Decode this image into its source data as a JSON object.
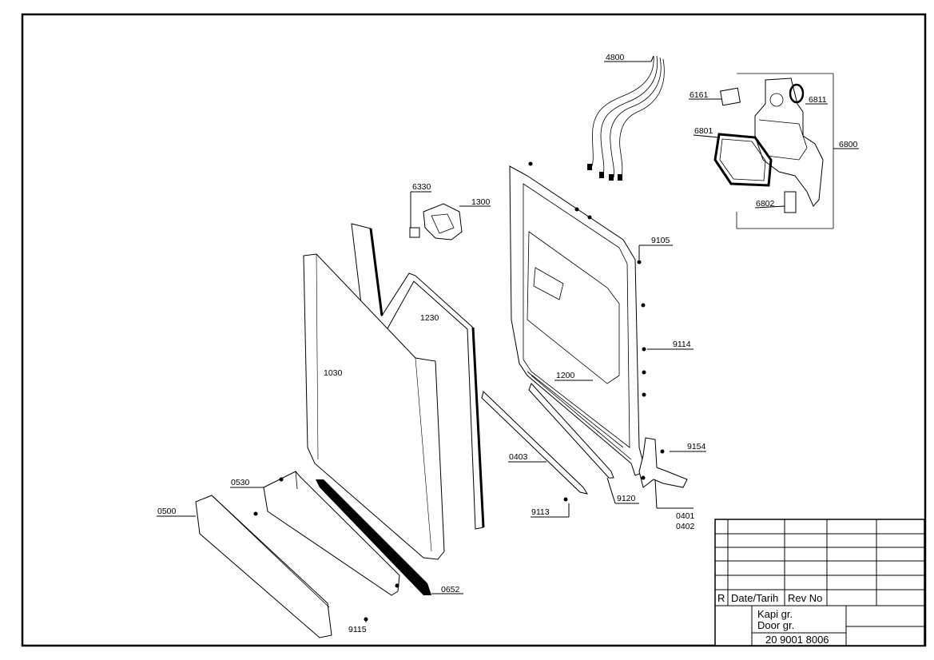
{
  "parts": {
    "p4800": "4800",
    "p6161": "6161",
    "p6811": "6811",
    "p6801": "6801",
    "p6800": "6800",
    "p6802": "6802",
    "p6330": "6330",
    "p1300": "1300",
    "p9105": "9105",
    "p1230": "1230",
    "p1030": "1030",
    "p9114": "9114",
    "p1200": "1200",
    "p9154": "9154",
    "p0403": "0403",
    "p0530": "0530",
    "p9120": "9120",
    "p9113": "9113",
    "p0401": "0401",
    "p0402": "0402",
    "p0500": "0500",
    "p0652": "0652",
    "p9115": "9115"
  },
  "title_block": {
    "rev_letter": "R",
    "date_label": "Date/Tarih",
    "rev_no_label": "Rev No",
    "title_tr": "Kapi gr.",
    "title_en": "Door gr.",
    "drawing_no": "20 9001 8006"
  }
}
